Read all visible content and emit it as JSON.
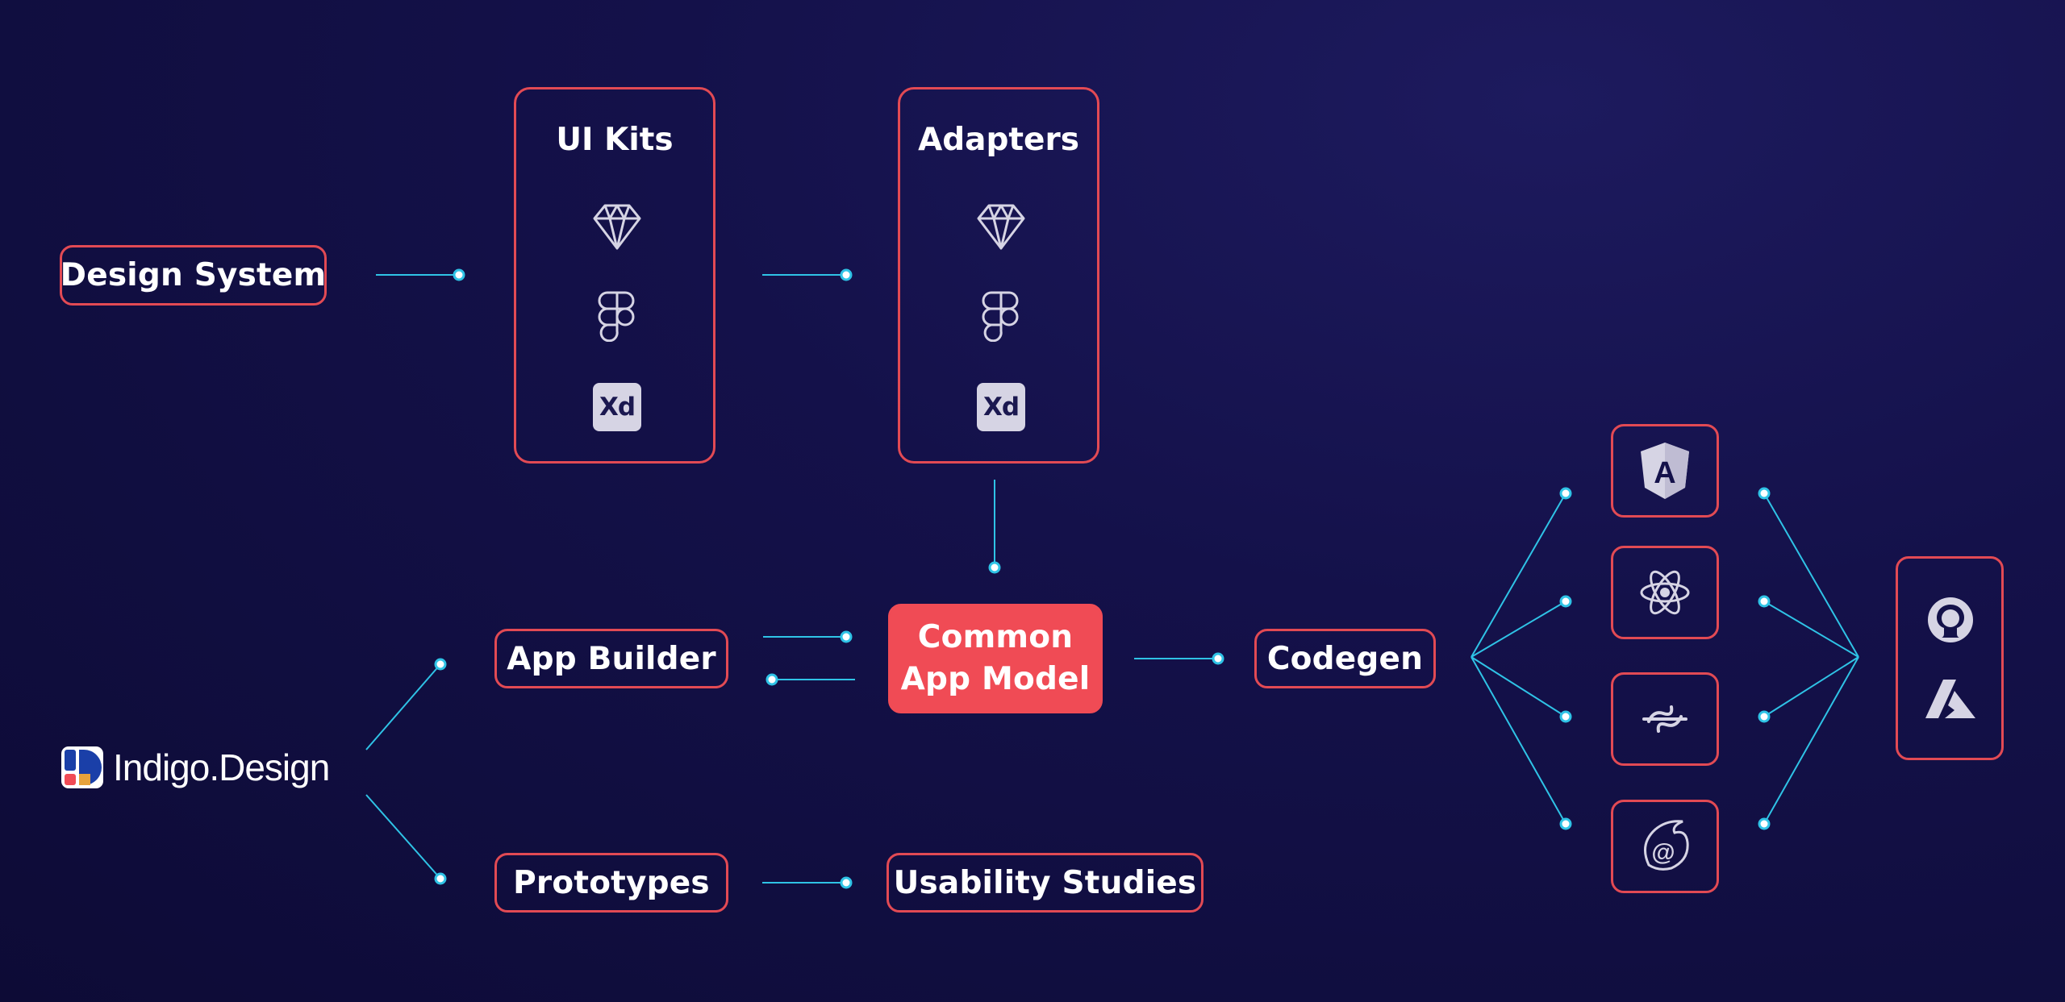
{
  "nodes": {
    "design_system": "Design System",
    "ui_kits": "UI Kits",
    "adapters": "Adapters",
    "app_builder": "App Builder",
    "common_app_model_line1": "Common",
    "common_app_model_line2": "App Model",
    "codegen": "Codegen",
    "prototypes": "Prototypes",
    "usability_studies": "Usability Studies"
  },
  "brand": {
    "name": "Indigo.Design"
  },
  "design_tools": [
    {
      "icon": "sketch-icon"
    },
    {
      "icon": "figma-icon"
    },
    {
      "icon": "adobe-xd-icon",
      "label": "Xd"
    }
  ],
  "frameworks": [
    {
      "icon": "angular-icon",
      "label": "A"
    },
    {
      "icon": "react-icon"
    },
    {
      "icon": "web-components-icon"
    },
    {
      "icon": "blazor-icon",
      "label": "@"
    }
  ],
  "destinations": [
    {
      "icon": "github-icon"
    },
    {
      "icon": "azure-icon"
    }
  ],
  "colors": {
    "background": "#14114a",
    "accent": "#e24a54",
    "accent_fill": "#f04b55",
    "connector": "#2fc3e6",
    "icon": "#d6d4e4"
  }
}
